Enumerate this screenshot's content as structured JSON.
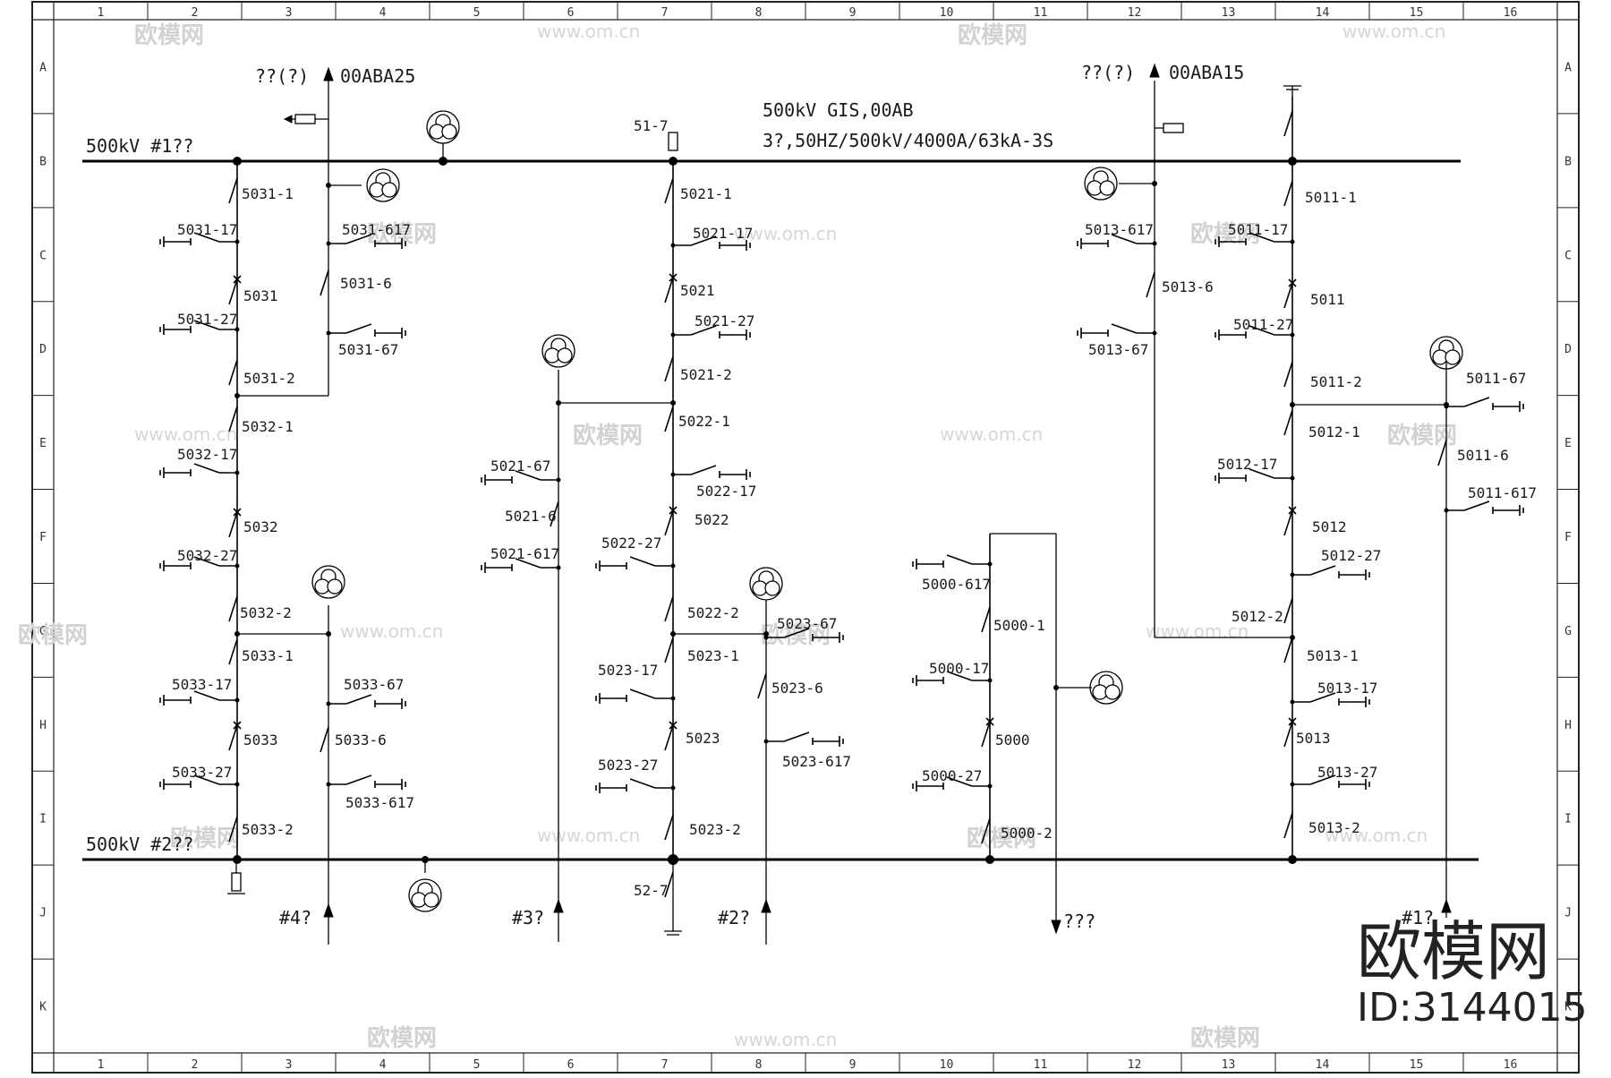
{
  "grid": {
    "columns": [
      "1",
      "2",
      "3",
      "4",
      "5",
      "6",
      "7",
      "8",
      "9",
      "10",
      "11",
      "12",
      "13",
      "14",
      "15",
      "16"
    ],
    "rows": [
      "A",
      "B",
      "C",
      "D",
      "E",
      "F",
      "G",
      "H",
      "I",
      "J",
      "K"
    ]
  },
  "header": {
    "title_line1": "500kV GIS,00AB",
    "title_line2": "3?,50HZ/500kV/4000A/63kA-3S"
  },
  "buses": {
    "bus1": "500kV #1??",
    "bus2": "500kV  #2??"
  },
  "feeds": {
    "left_q": "??(?)",
    "left_code": "00ABA25",
    "right_q": "??(?)",
    "right_code": "00ABA15"
  },
  "bottom_labels": {
    "l4": "#4?",
    "l3": "#3?",
    "l2": "#2?",
    "lx": "???",
    "l1": "#1?"
  },
  "labels": {
    "s51_7": "51-7",
    "s52_7": "52-7",
    "s5031_1": "5031-1",
    "s5031_17": "5031-17",
    "s5031_617": "5031-617",
    "s5031": "5031",
    "s5031_6": "5031-6",
    "s5031_27": "5031-27",
    "s5031_67": "5031-67",
    "s5031_2": "5031-2",
    "s5032_1": "5032-1",
    "s5032_17": "5032-17",
    "s5032": "5032",
    "s5032_27": "5032-27",
    "s5032_2": "5032-2",
    "s5033_1": "5033-1",
    "s5033_17": "5033-17",
    "s5033_67": "5033-67",
    "s5033": "5033",
    "s5033_6": "5033-6",
    "s5033_27": "5033-27",
    "s5033_617": "5033-617",
    "s5033_2": "5033-2",
    "s5021_1": "5021-1",
    "s5021_17": "5021-17",
    "s5021": "5021",
    "s5021_27": "5021-27",
    "s5021_2": "5021-2",
    "s5022_1": "5022-1",
    "s5021_67": "5021-67",
    "s5022_17": "5022-17",
    "s5021_6": "5021-6",
    "s5022": "5022",
    "s5022_27": "5022-27",
    "s5021_617": "5021-617",
    "s5022_2": "5022-2",
    "s5023_67": "5023-67",
    "s5023_1": "5023-1",
    "s5023_17": "5023-17",
    "s5023_6": "5023-6",
    "s5023": "5023",
    "s5023_617": "5023-617",
    "s5023_27": "5023-27",
    "s5023_2": "5023-2",
    "s5000_617": "5000-617",
    "s5000_1": "5000-1",
    "s5000_17": "5000-17",
    "s5000": "5000",
    "s5000_27": "5000-27",
    "s5000_2": "5000-2",
    "s5013_617": "5013-617",
    "s5013_6": "5013-6",
    "s5013_67": "5013-67",
    "s5011_1": "5011-1",
    "s5011_17": "5011-17",
    "s5011": "5011",
    "s5011_27": "5011-27",
    "s5011_2": "5011-2",
    "s5011_67": "5011-67",
    "s5012_1": "5012-1",
    "s5011_6": "5011-6",
    "s5012_17": "5012-17",
    "s5011_617": "5011-617",
    "s5012": "5012",
    "s5012_27": "5012-27",
    "s5012_2": "5012-2",
    "s5013_1": "5013-1",
    "s5013_17": "5013-17",
    "s5013": "5013",
    "s5013_27": "5013-27",
    "s5013_2": "5013-2"
  },
  "watermark": {
    "brand": "欧模网",
    "url": "www.om.cn",
    "logo": "欧模网",
    "id": "ID:3144015"
  }
}
